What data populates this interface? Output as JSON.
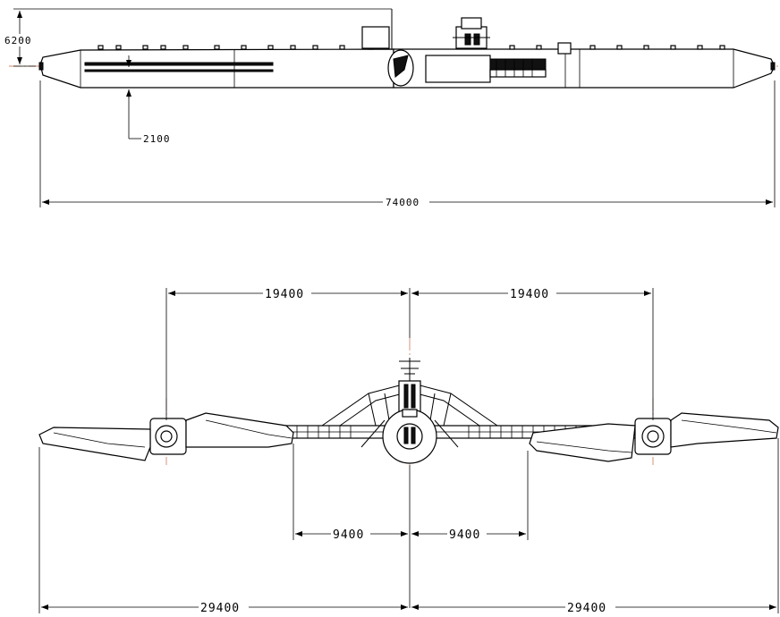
{
  "side_view": {
    "height_label": "6200",
    "draft_label": "2100",
    "length_label": "74000"
  },
  "front_view": {
    "upper_left_label": "19400",
    "upper_right_label": "19400",
    "inner_left_label": "9400",
    "inner_right_label": "9400",
    "outer_left_label": "29400",
    "outer_right_label": "29400"
  }
}
